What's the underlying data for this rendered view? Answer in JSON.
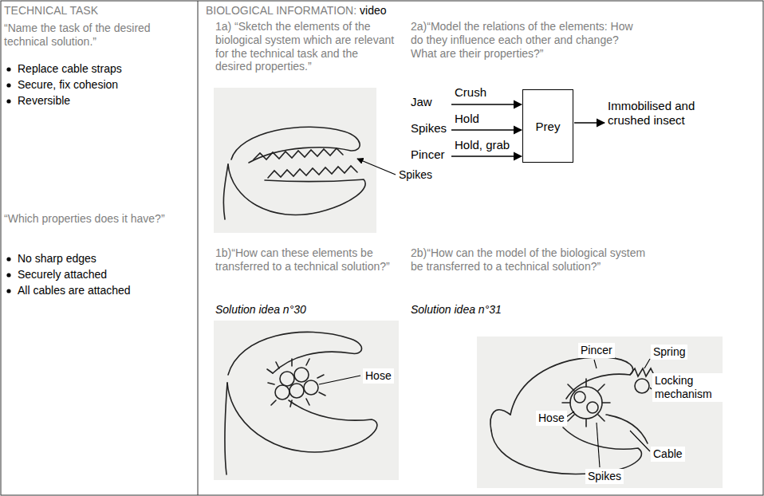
{
  "diagram": {
    "nodes": [
      {
        "text": [
          "Prey"
        ]
      }
    ],
    "labels": [
      "TECHNICAL TASK",
      "BIOLOGICAL INFORMATION:",
      "video",
      "“Name the task of the desired technical solution.”",
      "Replace cable straps",
      "Secure, fix cohesion",
      "Reversible",
      "“Which properties does it have?”",
      "No sharp edges",
      "Securely attached",
      "All cables are attached",
      "1a) “Sketch the elements of the biological system which are relevant for the technical task and the desired properties.”",
      "Spikes",
      "2a)“Model the relations of the elements: How do they influence each other and change? What are their properties?”",
      "Jaw",
      "Crush",
      "Spikes",
      "Hold",
      "Pincer",
      "Hold, grab",
      "Immobilised and crushed insect",
      "1b)“How can these elements be transferred to a technical solution?”",
      "Solution idea n°30",
      "Hose",
      "2b)“How can the model of the biological system be transferred to a technical solution?”",
      "Solution idea n°31",
      "Pincer",
      "Spring",
      "Locking mechanism",
      "Hose",
      "Cable",
      "Spikes"
    ]
  }
}
